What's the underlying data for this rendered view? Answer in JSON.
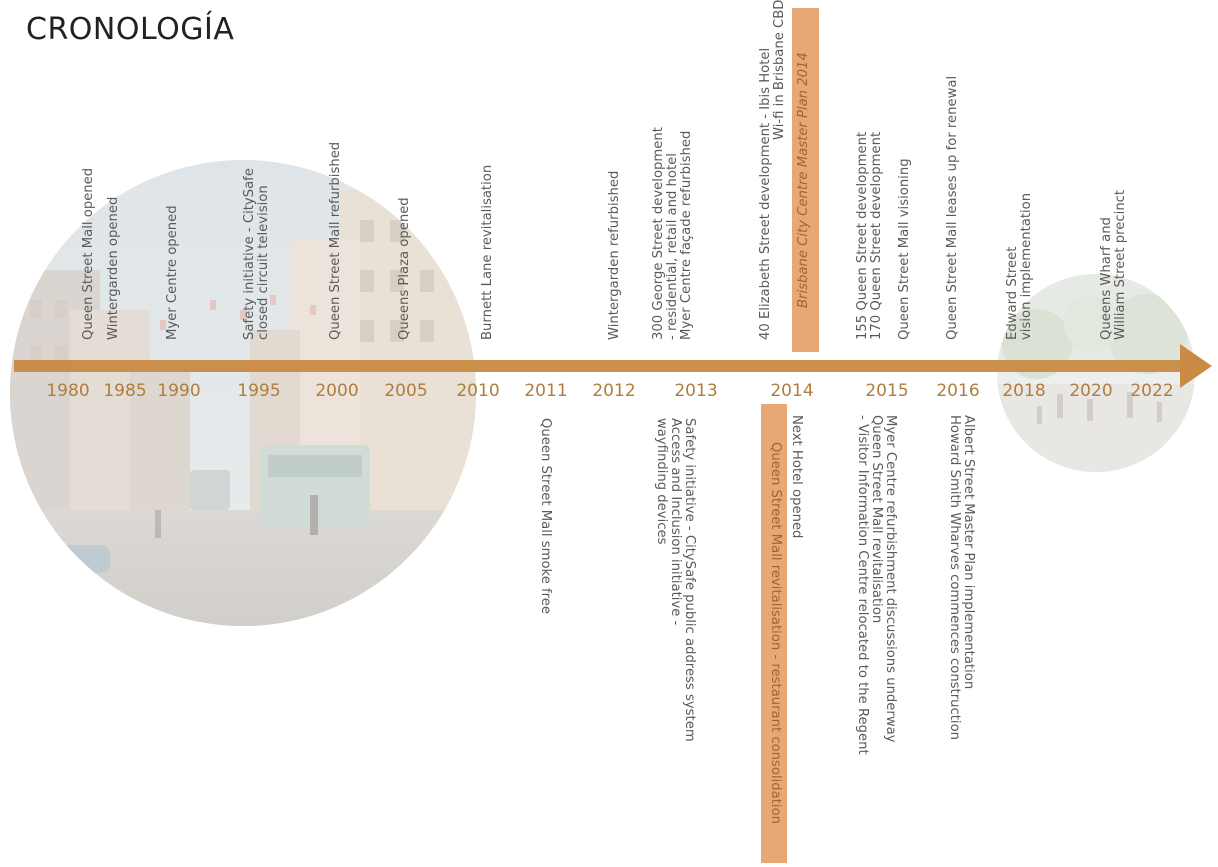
{
  "title": "CRONOLOGÍA",
  "colors": {
    "accent": "#c98a44",
    "year": "#b07d3f",
    "highlight": "#e7a878",
    "text": "#5a5a5a"
  },
  "years": [
    "1980",
    "1985",
    "1990",
    "1995",
    "2000",
    "2005",
    "2010",
    "2011",
    "2012",
    "2013",
    "2014",
    "2015",
    "2016",
    "2018",
    "2020",
    "2022"
  ],
  "above": [
    [
      "Queen Street Mall opened"
    ],
    [
      "Wintergarden opened"
    ],
    [
      "Myer Centre opened"
    ],
    [
      "Safety initiative - CitySafe",
      "closed circuit television"
    ],
    [
      "Queen Street Mall refurbished"
    ],
    [
      "Queens Plaza opened"
    ],
    [
      "Burnett Lane revitalisation"
    ],
    [
      "Wintergarden refurbished"
    ],
    [
      "300 George Street development",
      "- residential, retail and hotel",
      "Myer Centre façade refurbished"
    ],
    [
      "40 Elizabeth Street development - Ibis Hotel",
      "Wi-fi in Brisbane CBD"
    ],
    [
      "155 Queen Street development",
      "170 Queen Street development"
    ],
    [
      "Queen Street Mall visioning"
    ],
    [
      "Queen Street Mall leases up for renewal"
    ],
    [
      "Edward Street",
      "vision implementation"
    ],
    [
      "Queens Wharf  and",
      "William Street precinct"
    ]
  ],
  "below": [
    [
      "Queen Street Mall smoke free"
    ],
    [
      "Safety initiative - CitySafe public address system",
      "Access and Inclusion initiative -",
      "wayfinding devices"
    ],
    [
      "Next Hotel opened"
    ],
    [
      "Myer Centre refurbishment discussions underway",
      "Queen Street Mall revitalisation",
      "- Visitor Information Centre relocated to the Regent"
    ],
    [
      "Albert Street Master Plan implementation",
      "Howard Smith Wharves commences construction"
    ]
  ],
  "highlights": {
    "above": "Brisbane City Centre Master Plan 2014",
    "below": "Queen Street Mall revitalisation - restaurant consolidation"
  }
}
